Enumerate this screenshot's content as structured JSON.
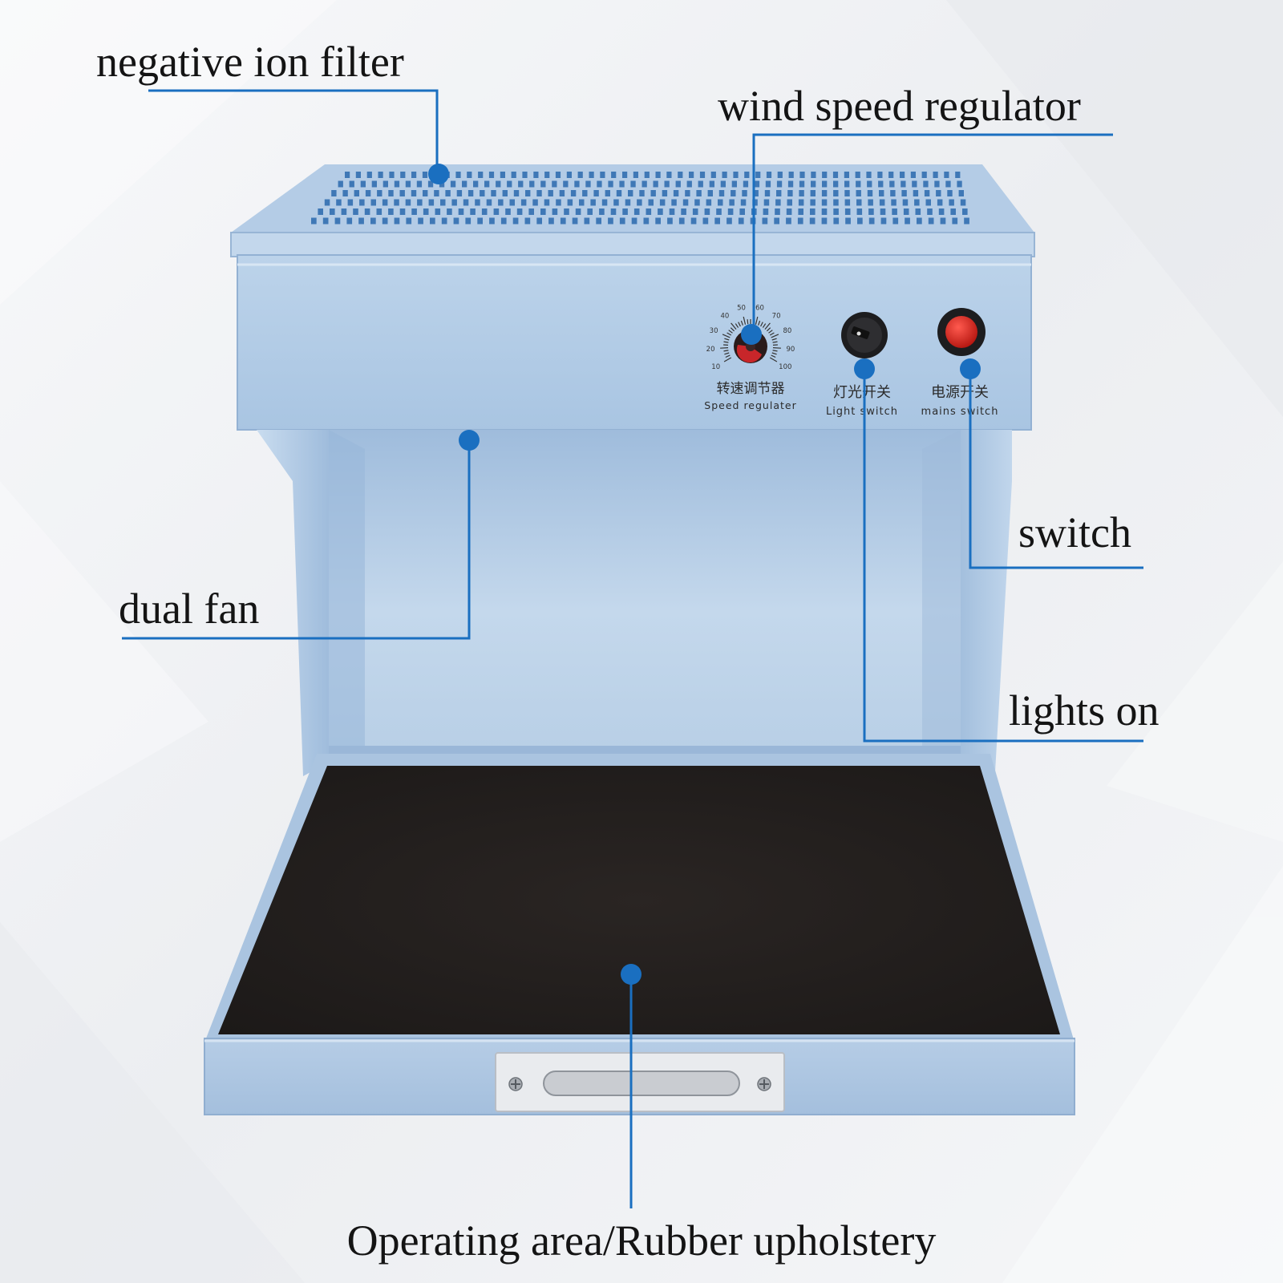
{
  "colors": {
    "callout_line": "#1a6fc0",
    "callout_dot": "#1a6fc0",
    "cabinet_body": "#aac6e3",
    "cabinet_light": "#c6daee",
    "cabinet_shadow": "#8fb0d2",
    "rubber_mat": "#231f1e",
    "power_button": "#d8251f",
    "knob_red": "#c8262a",
    "label_text": "#141414"
  },
  "callouts": {
    "filter": "negative ion filter",
    "wind_speed": "wind speed regulator",
    "switch": "switch",
    "dual_fan": "dual fan",
    "lights_on": "lights on",
    "operating_area": "Operating area/Rubber upholstery"
  },
  "control_panel": {
    "dial_scale": [
      "10",
      "20",
      "30",
      "40",
      "50",
      "60",
      "70",
      "80",
      "90",
      "100"
    ],
    "speed_label_cn": "转速调节器",
    "speed_label_en": "Speed regulater",
    "light_label_cn": "灯光开关",
    "light_label_en": "Light switch",
    "mains_label_cn": "电源开关",
    "mains_label_en": "mains switch"
  }
}
